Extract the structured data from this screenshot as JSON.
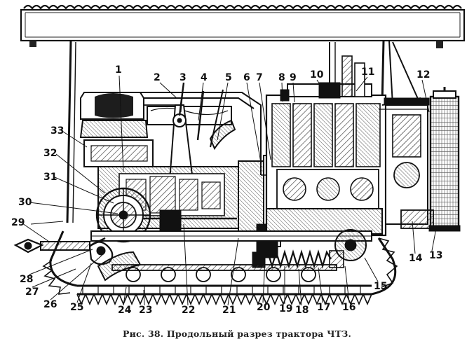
{
  "figure": {
    "caption": "Рис. 38. Продольный разрез трактора ЧТЗ.",
    "labels": [
      {
        "id": "1",
        "text": "1"
      },
      {
        "id": "2",
        "text": "2"
      },
      {
        "id": "3",
        "text": "3"
      },
      {
        "id": "4",
        "text": "4"
      },
      {
        "id": "5",
        "text": "5"
      },
      {
        "id": "6",
        "text": "6"
      },
      {
        "id": "7",
        "text": "7"
      },
      {
        "id": "8",
        "text": "8"
      },
      {
        "id": "9",
        "text": "9"
      },
      {
        "id": "10",
        "text": "10"
      },
      {
        "id": "11",
        "text": "11"
      },
      {
        "id": "12",
        "text": "12"
      },
      {
        "id": "13",
        "text": "13"
      },
      {
        "id": "14",
        "text": "14"
      },
      {
        "id": "15",
        "text": "15"
      },
      {
        "id": "16",
        "text": "16"
      },
      {
        "id": "17",
        "text": "17"
      },
      {
        "id": "18",
        "text": "18"
      },
      {
        "id": "19",
        "text": "19"
      },
      {
        "id": "20",
        "text": "20"
      },
      {
        "id": "21",
        "text": "21"
      },
      {
        "id": "22",
        "text": "22"
      },
      {
        "id": "23",
        "text": "23"
      },
      {
        "id": "24",
        "text": "24"
      },
      {
        "id": "25",
        "text": "25"
      },
      {
        "id": "26",
        "text": "26"
      },
      {
        "id": "27",
        "text": "27"
      },
      {
        "id": "28",
        "text": "28"
      },
      {
        "id": "29",
        "text": "29"
      },
      {
        "id": "30",
        "text": "30"
      },
      {
        "id": "31",
        "text": "31"
      },
      {
        "id": "32",
        "text": "32"
      },
      {
        "id": "33",
        "text": "33"
      }
    ]
  }
}
